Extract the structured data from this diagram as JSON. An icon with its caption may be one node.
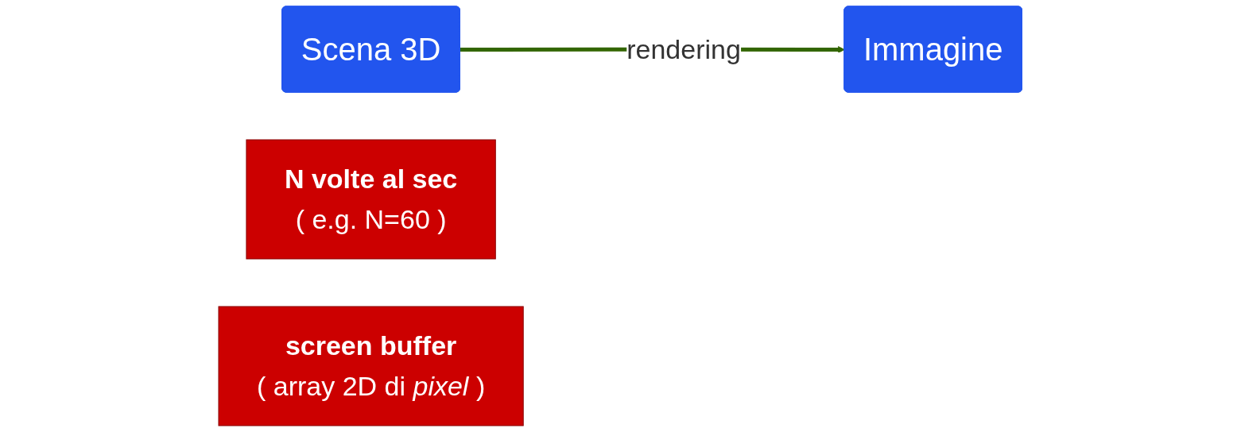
{
  "diagram": {
    "nodes": [
      {
        "text": [
          "Scena 3D"
        ]
      },
      {
        "text": [
          "Immagine"
        ]
      },
      {
        "text": [
          "N volte al sec",
          "( e.g. N=60 )"
        ]
      },
      {
        "text": [
          "screen buffer",
          "( array 2D di *pixel* )"
        ]
      }
    ],
    "edges": [
      {
        "from": 0,
        "to": 1,
        "arrow": "to",
        "label": "rendering",
        "color": "#336600"
      }
    ]
  }
}
